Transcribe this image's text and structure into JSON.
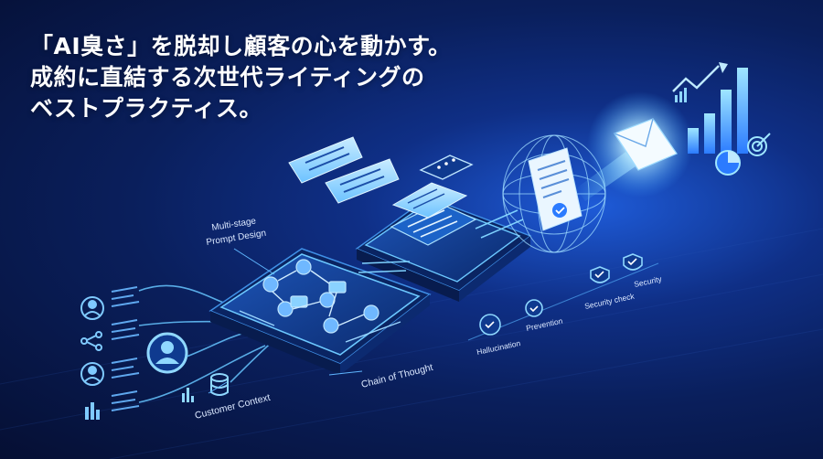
{
  "headline": {
    "line1": "「AI臭さ」を脱却し顧客の心を動かす。",
    "line2": "成約に直結する次世代ライティングの",
    "line3": "ベストプラクティス。"
  },
  "labels": {
    "multi_stage_line1": "Multi-stage",
    "multi_stage_line2": "Prompt Design",
    "chain_of_thought": "Chain of Thought",
    "customer_context": "Customer Context",
    "hallucination": "Hallucination",
    "prevention": "Prevention",
    "security_check": "Security check",
    "security": "Security"
  },
  "colors": {
    "background_dark": "#050f33",
    "background_glow": "#1e5bd8",
    "accent_cyan": "#5fd3ff",
    "panel_fill": "#123a8a",
    "text_white": "#ffffff"
  },
  "icons": [
    "user-avatar-icon",
    "network-icon",
    "database-icon",
    "bar-chart-icon",
    "chat-bubble-icon",
    "document-check-icon",
    "shield-check-icon",
    "envelope-icon",
    "growth-chart-icon",
    "pie-chart-icon",
    "target-icon"
  ]
}
